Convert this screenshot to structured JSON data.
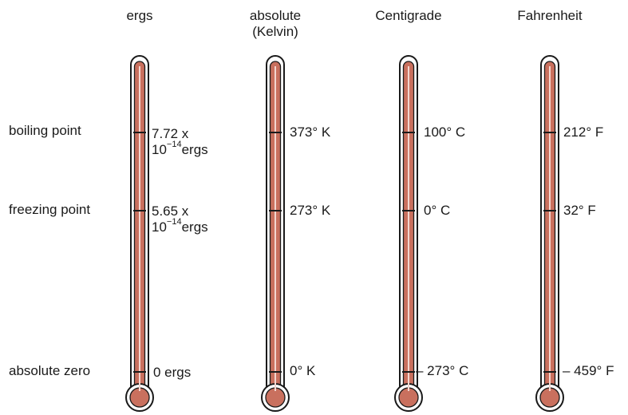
{
  "columns": [
    {
      "title_line1": "ergs",
      "title_line2": ""
    },
    {
      "title_line1": "absolute",
      "title_line2": "(Kelvin)"
    },
    {
      "title_line1": "Centigrade",
      "title_line2": ""
    },
    {
      "title_line1": "Fahrenheit",
      "title_line2": ""
    }
  ],
  "rows": [
    {
      "label": "boiling point"
    },
    {
      "label": "freezing point"
    },
    {
      "label": "absolute zero"
    }
  ],
  "values": {
    "ergs": {
      "boiling": {
        "line1": "7.72 x",
        "base": "10",
        "exp": "−14",
        "unit": "ergs"
      },
      "freezing": {
        "line1": "5.65 x",
        "base": "10",
        "exp": "−14",
        "unit": "ergs"
      },
      "zero": "0 ergs"
    },
    "kelvin": {
      "boiling": "373° K",
      "freezing": "273° K",
      "zero": "0° K"
    },
    "centigrade": {
      "boiling": "100° C",
      "freezing": "0° C",
      "zero": "– 273° C"
    },
    "fahrenheit": {
      "boiling": "212° F",
      "freezing": "32° F",
      "zero": "– 459° F"
    }
  },
  "colors": {
    "mercury": "#c9705e",
    "outline": "#1a1a1a",
    "glass": "#ffffff"
  }
}
